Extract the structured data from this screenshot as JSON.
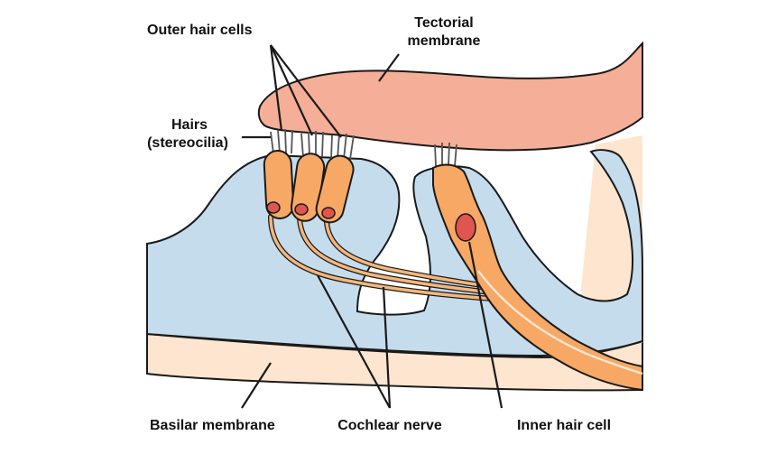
{
  "labels": {
    "outer_hair_cells": "Outer hair cells",
    "tectorial_line1": "Tectorial",
    "tectorial_line2": "membrane",
    "hairs_line1": "Hairs",
    "hairs_line2": "(stereocilia)",
    "basilar_membrane": "Basilar membrane",
    "cochlear_nerve": "Cochlear nerve",
    "inner_hair_cell": "Inner hair cell"
  },
  "colors": {
    "support_cells": "#c5dcec",
    "tectorial_membrane": "#f5ae97",
    "basilar_membrane": "#fde5cf",
    "hair_cell": "#f6a864",
    "nucleus": "#e1554f",
    "nerve": "#f4b67b",
    "outline": "#1a1a1a"
  }
}
